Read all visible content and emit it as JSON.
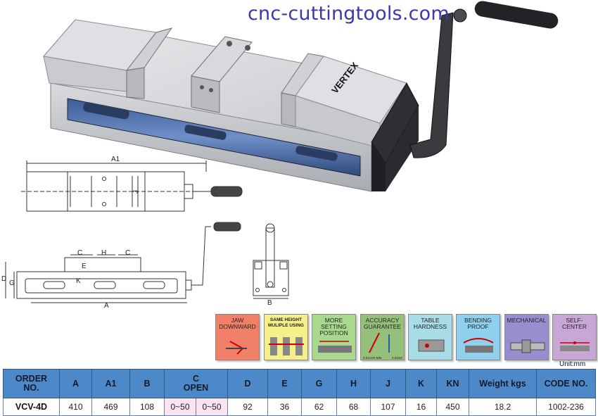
{
  "watermark": "cnc-cuttingtools.com",
  "product_logo": "VERTEX",
  "drawing_labels": {
    "a1": "A1",
    "j": "J",
    "c_left": "C",
    "h": "H",
    "c_right": "C",
    "e": "E",
    "d": "D",
    "g": "G",
    "k": "K",
    "a": "A",
    "b": "B"
  },
  "features": [
    {
      "label": "JAW\nDOWNWARD",
      "bg": "#f08068",
      "icon": "jaw-downward-icon"
    },
    {
      "label": "SAME HEIGHT\nMULIPLE USING",
      "bg": "#f6f08a",
      "icon": "same-height-icon"
    },
    {
      "label": "MORE SETTING\nPOSITION",
      "bg": "#a9d98f",
      "icon": "setting-position-icon"
    },
    {
      "label": "ACCURACY\nGUARANTEE",
      "bg": "#95c07c",
      "icon": "accuracy-icon",
      "sub1": "0.01/100 MM",
      "sub2": "0.02/50"
    },
    {
      "label": "TABLE\nHARDNESS",
      "bg": "#a8dce6",
      "icon": "table-hardness-icon"
    },
    {
      "label": "BENDING\nPROOF",
      "bg": "#8fd0ee",
      "icon": "bending-proof-icon"
    },
    {
      "label": "MECHANICAL",
      "bg": "#9a8dcf",
      "icon": "mechanical-icon"
    },
    {
      "label": "SELF-\nCENTER",
      "bg": "#c8a6d6",
      "icon": "self-center-icon"
    }
  ],
  "unit": "Unit:mm",
  "table": {
    "headers": [
      "ORDER\nNO.",
      "A",
      "A1",
      "B",
      "C\nOPEN",
      "D",
      "E",
      "G",
      "H",
      "J",
      "K",
      "KN",
      "Weight kgs",
      "CODE NO."
    ],
    "row": {
      "order": "VCV-4D",
      "a": "410",
      "a1": "469",
      "b": "108",
      "c1": "0~50",
      "c2": "0~50",
      "d": "92",
      "e": "36",
      "g": "62",
      "h": "68",
      "j": "107",
      "k": "16",
      "kn": "450",
      "weight": "18.2",
      "code": "1002-236"
    }
  },
  "colors": {
    "header_bg": "#4d89c8",
    "open_bg": "#fde2ef",
    "watermark": "#3a3aa8"
  }
}
